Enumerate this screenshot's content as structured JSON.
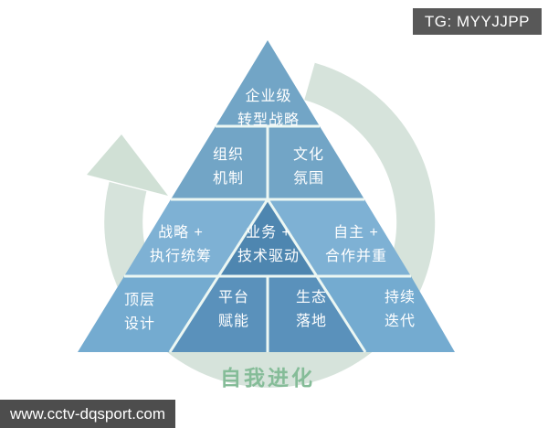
{
  "badge": {
    "label": "TG: MYYJJPP"
  },
  "watermark": {
    "label": "www.cctv-dqsport.com"
  },
  "cycle": {
    "label": "自我进化"
  },
  "pyramid": {
    "rows": [
      {
        "cells": [
          {
            "lines": [
              "企业级",
              "转型战略"
            ]
          }
        ]
      },
      {
        "cells": [
          {
            "lines": [
              "组织",
              "机制"
            ]
          },
          {
            "lines": [
              "文化",
              "氛围"
            ]
          }
        ]
      },
      {
        "cells": [
          {
            "lines": [
              "战略 +",
              "执行统筹"
            ]
          },
          {
            "lines": [
              "业务 +",
              "技术驱动"
            ]
          },
          {
            "lines": [
              "自主 +",
              "合作并重"
            ]
          }
        ]
      },
      {
        "cells": [
          {
            "lines": [
              "顶层",
              "设计"
            ]
          },
          {
            "lines": [
              "平台",
              "赋能"
            ]
          },
          {
            "lines": [
              "生态",
              "落地"
            ]
          },
          {
            "lines": [
              "持续",
              "迭代"
            ]
          }
        ]
      }
    ]
  },
  "colors": {
    "pyramid_upper": "#72a5c6",
    "pyramid_row3_outer": "#7eb1d4",
    "pyramid_row4_outer": "#74abd0",
    "inner_triangle_top": "#4e86b0",
    "inner_triangle_bottom": "#5a91bb",
    "divider": "#ecf7f3",
    "ring": "#d6e3db",
    "ring_arrow": "#d0e0d5",
    "cycle_text": "#85bc98",
    "label_text": "#ffffff",
    "badge_bg": "#585858",
    "watermark_bg": "#4d4d4d"
  }
}
